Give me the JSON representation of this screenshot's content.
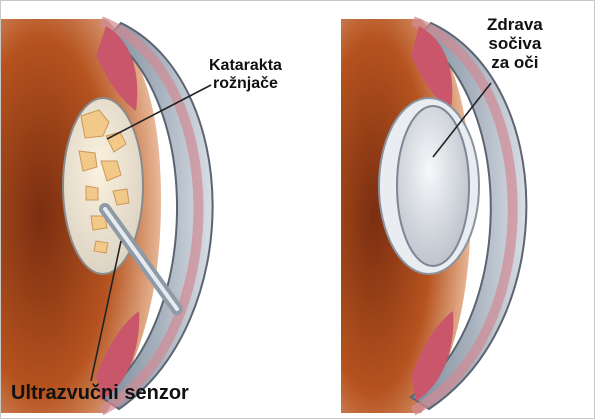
{
  "labels": {
    "cataract_line1": "Katarakta",
    "cataract_line2": "rožnjače",
    "sensor": "Ultrazvučni senzor",
    "healthy_line1": "Zdrava",
    "healthy_line2": "sočiva",
    "healthy_line3": "za oči"
  }
}
